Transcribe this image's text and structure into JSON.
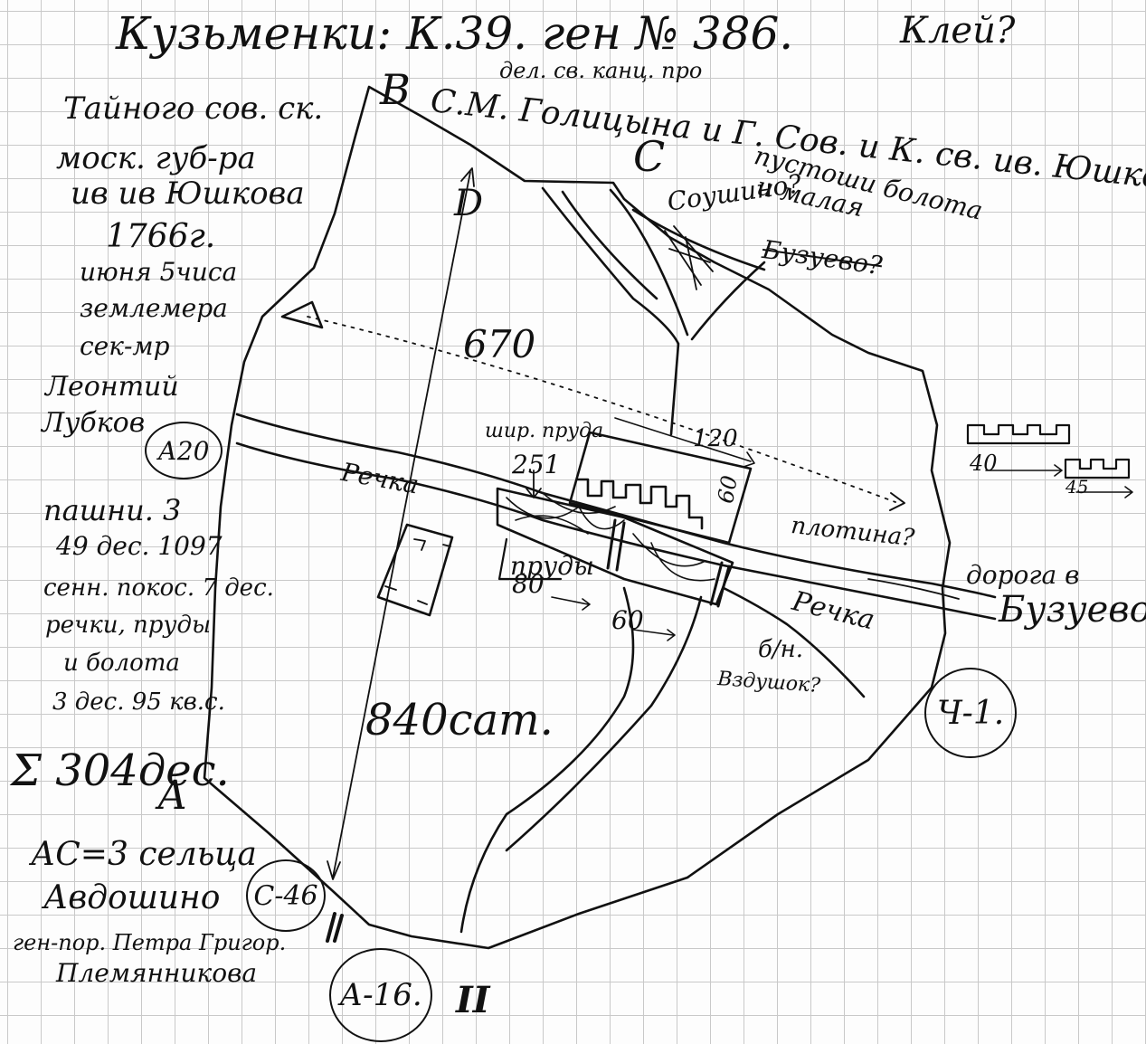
{
  "sheet": {
    "title": "Кузьменки: К.39. ген № 386.",
    "note_top_right": "Клей?",
    "owner_line1": "дел. св. канц. про",
    "owner_line2": "С.М. Голицына и Г. Сов. и К. св. ив. Юшков",
    "side_note1": "пустоши болота",
    "side_note2": "и малая",
    "place_question1": "Соушино?",
    "place_question2": "Бузуево?"
  },
  "left_notes": {
    "lines": [
      "Тайного сов. ск.",
      "моск. губ-ра",
      "ив ив Юшкова",
      "1766г.",
      "июня 5чиса",
      "землемера",
      "сек-мр",
      "Леонтий",
      "Лубков"
    ],
    "land": [
      "пашни. 3",
      "49 дес. 1097",
      "сенн. покос. 7 дес.",
      "речки, пруды",
      "и болота",
      "3 дес. 95 кв.с."
    ],
    "total": "Σ 304дес.",
    "corner_A": "А",
    "bottom": [
      "АС=3 сельца",
      "Авдошино",
      "ген-пор. Петра Григор.",
      "Племянникова"
    ]
  },
  "map": {
    "corner_B": "В",
    "corner_C": "С",
    "corner_D": "D",
    "dim_vertical": "670",
    "dim_main": "840сат.",
    "river_label1": "Речка",
    "river_label2": "Речка",
    "nameless_label": "б/н.",
    "nameless_label2": "Вздушок?",
    "pond_width_label": "шир. пруда",
    "dim_251": "251",
    "dim_120": "120",
    "dim_60v": "60",
    "dam_label": "плотина?",
    "ponds_label": "пруды",
    "dim_80": "80",
    "dim_60h": "60",
    "road_label1": "дорога в",
    "road_label2": "Бузуево?",
    "legend_40": "40",
    "legend_45": "45",
    "roman_II": "II"
  },
  "stamps": {
    "a20": "А20",
    "u1": "Ч-1.",
    "c46": "С-46",
    "a16": "А-16."
  },
  "colors": {
    "ink": "#111111",
    "paper": "#fdfdfd",
    "grid": "#c9c9c9"
  }
}
